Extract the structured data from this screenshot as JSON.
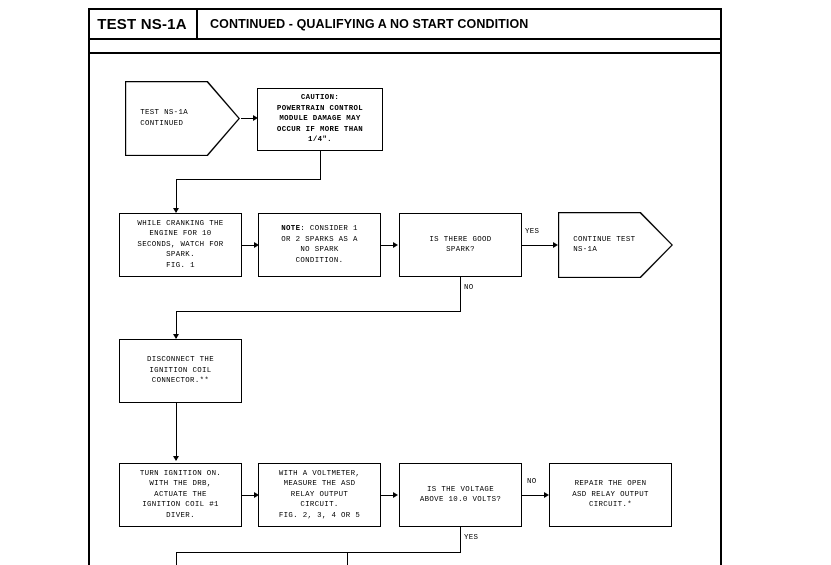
{
  "header": {
    "test_label": "TEST NS-1A",
    "title": "CONTINUED - QUALIFYING A NO START CONDITION"
  },
  "colors": {
    "ink": "#000000",
    "paper": "#ffffff"
  },
  "flowchart": {
    "type": "flowchart",
    "nodes": [
      {
        "id": "start",
        "shape": "pentagon",
        "text": "TEST NS-1A\nCONTINUED"
      },
      {
        "id": "caution",
        "shape": "rect",
        "bold": true,
        "text": "CAUTION:\nPOWERTRAIN CONTROL\nMODULE DAMAGE MAY\nOCCUR IF MORE THAN\n1/4\"."
      },
      {
        "id": "crank",
        "shape": "rect",
        "text": "WHILE CRANKING THE\nENGINE FOR 10\nSECONDS, WATCH FOR\nSPARK.\nFIG. 1"
      },
      {
        "id": "note-sparks",
        "shape": "rect",
        "lead_bold": "NOTE",
        "text": ": CONSIDER 1\nOR 2 SPARKS AS A\nNO SPARK\nCONDITION."
      },
      {
        "id": "good-spark",
        "shape": "rect",
        "text": "IS THERE GOOD\nSPARK?"
      },
      {
        "id": "continue-test",
        "shape": "pentagon",
        "text": "CONTINUE TEST\nNS-1A"
      },
      {
        "id": "disconnect-coil",
        "shape": "rect",
        "text": "DISCONNECT THE\nIGNITION COIL\nCONNECTOR.**"
      },
      {
        "id": "turn-ignition",
        "shape": "rect",
        "text": "TURN IGNITION ON.\nWITH THE DRB,\nACTUATE THE\nIGNITION COIL #1\nDIVER."
      },
      {
        "id": "voltmeter",
        "shape": "rect",
        "text": "WITH A VOLTMETER,\nMEASURE THE ASD\nRELAY OUTPUT\nCIRCUIT.\nFIG. 2, 3, 4 OR 5"
      },
      {
        "id": "voltage-check",
        "shape": "rect",
        "text": "IS THE VOLTAGE\nABOVE 10.0 VOLTS?"
      },
      {
        "id": "repair-open",
        "shape": "rect",
        "text": "REPAIR THE OPEN\nASD RELAY OUTPUT\nCIRCUIT.*"
      },
      {
        "id": "bottom-partial",
        "shape": "rect",
        "text": ""
      }
    ],
    "edge_labels": {
      "spark_yes": "YES",
      "spark_no": "NO",
      "voltage_no": "NO",
      "voltage_yes": "YES"
    }
  }
}
